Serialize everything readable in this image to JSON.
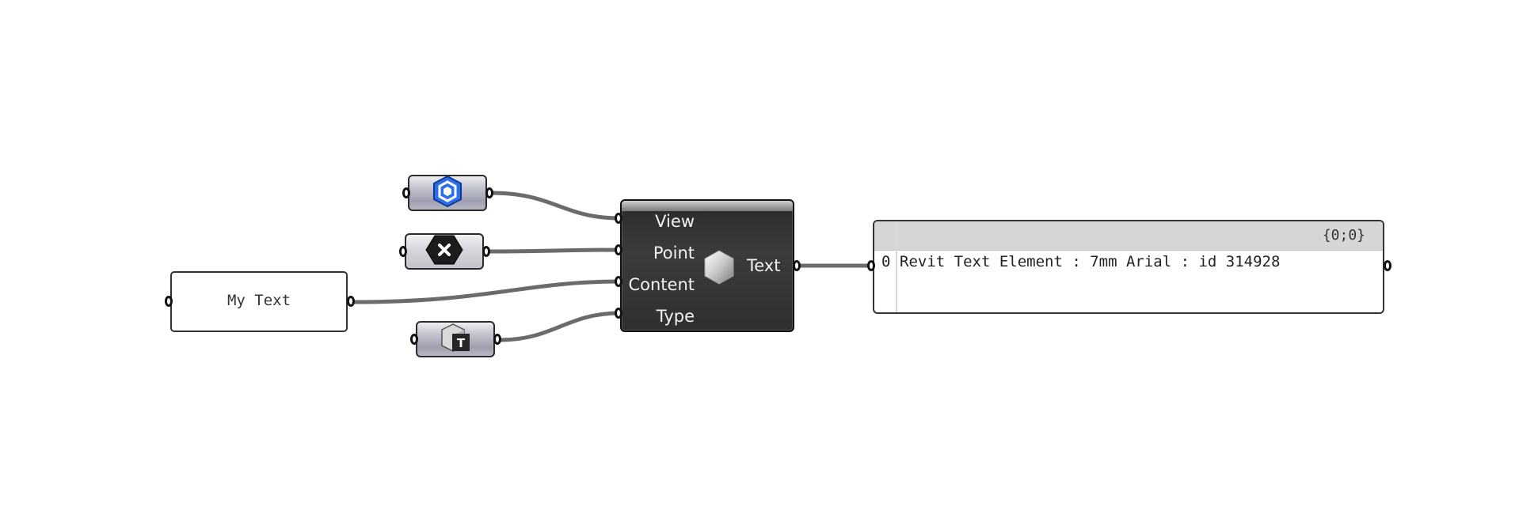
{
  "panel": {
    "text": "My Text"
  },
  "component": {
    "inputs": [
      {
        "label": "View"
      },
      {
        "label": "Point"
      },
      {
        "label": "Content"
      },
      {
        "label": "Type"
      }
    ],
    "output": {
      "label": "Text"
    },
    "icon": "hexagon-icon"
  },
  "params": {
    "view": {
      "icon": "view-hexagon-icon",
      "color": "#1d56c9"
    },
    "point": {
      "icon": "point-x-hexagon-icon",
      "color": "#1c1c1c"
    },
    "type": {
      "icon": "text-type-cube-icon",
      "color": "#2a2a2a"
    }
  },
  "data_panel": {
    "path": "{0;0}",
    "rows": [
      {
        "index": "0",
        "value": "Revit Text Element : 7mm Arial : id 314928"
      }
    ]
  },
  "colors": {
    "wire": "#6b6b6b",
    "component_body": "#333333",
    "panel_header": "#d6d6d6"
  }
}
